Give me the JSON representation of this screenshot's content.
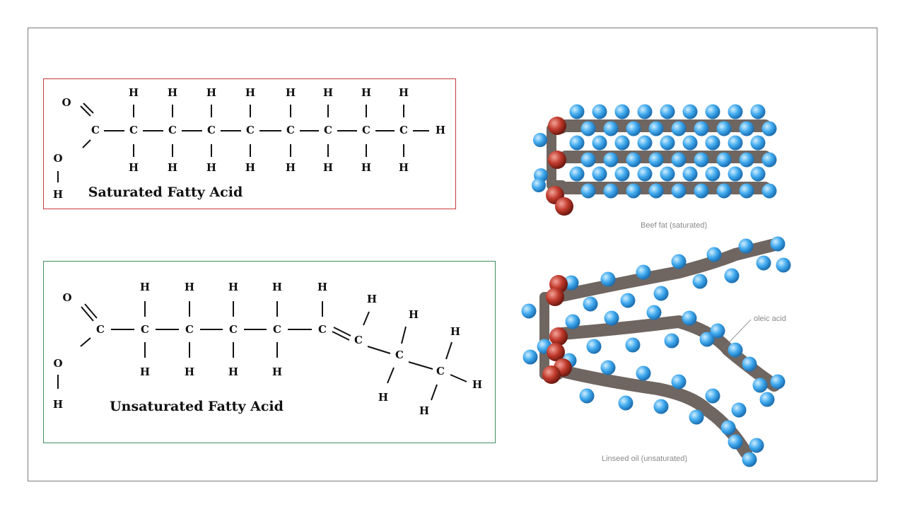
{
  "saturated": {
    "title": "Saturated Fatty Acid",
    "atoms": {
      "O": "O",
      "C": "C",
      "H": "H"
    }
  },
  "unsaturated": {
    "title": "Unsaturated Fatty Acid",
    "atoms": {
      "O": "O",
      "C": "C",
      "H": "H"
    }
  },
  "models": {
    "beef_caption": "Beef fat (saturated)",
    "linseed_caption": "Linseed oil (unsaturated)",
    "oleic_label": "oleic acid"
  },
  "colors": {
    "saturated_border": "#c33a3a",
    "unsaturated_border": "#3f8f5f",
    "hydrogen": "#3fa9ee",
    "oxygen": "#c0392b",
    "carbon_chain": "#6f6661"
  }
}
